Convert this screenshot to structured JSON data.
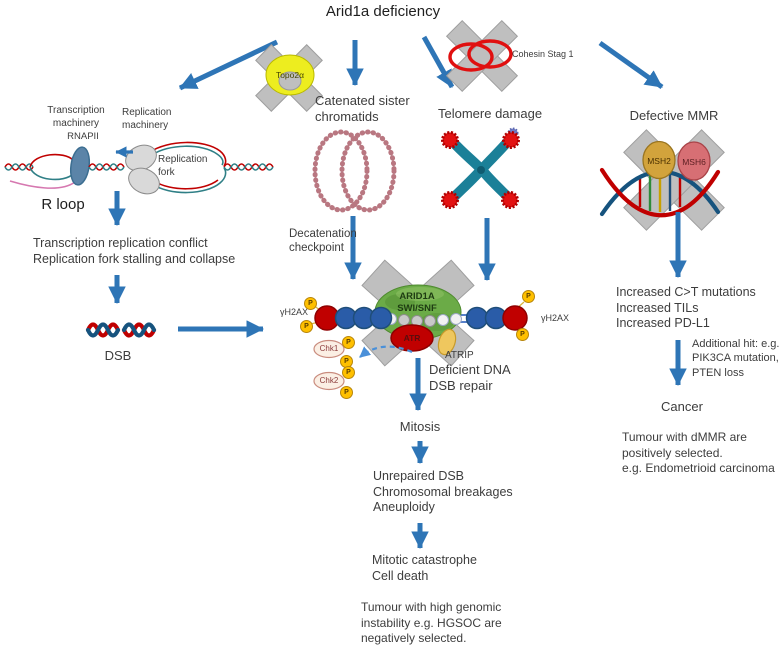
{
  "title": "Arid1a deficiency",
  "colors": {
    "arrow_blue": "#2E75B6",
    "swisnf_green": "#6BAB47",
    "damage_red": "#C00000",
    "nucleosome_blue": "#2A5CA8",
    "phospho_gold": "#FFC000",
    "gray_x": "#BFBFBF",
    "topo_yellow": "#EDED1F",
    "cohesin_red": "#E01010",
    "telomere_teal": "#1B8098",
    "msh2_gold": "#D2A33C",
    "msh6_rose": "#D76F74",
    "atrip_tan": "#EFC75E",
    "chk_fill": "#FBEFE4",
    "ring_rose": "#B97781",
    "dna_red": "#C00000",
    "dna_blue": "#16537E",
    "text_dark": "#3D3D3D"
  },
  "left": {
    "transcription_machinery": "Transcription\nmachinery",
    "replication_machinery": "Replication\nmachinery",
    "rnapii": "RNAPII",
    "replication_fork": "Replication\nfork",
    "r_loop": "R loop",
    "conflict": "Transcription replication conflict\nReplication fork stalling and collapse",
    "dsb": "DSB"
  },
  "middle": {
    "topo2a": "Topo2α",
    "catenated": "Catenated sister\nchromatids",
    "cohesin": "Cohesin Stag 1",
    "telomere": "Telomere damage",
    "decatenation": "Decatenation\ncheckpoint",
    "complex": "ARID1A\nSWI/SNF",
    "atr": "ATR",
    "atrip": "ATRIP",
    "chk1": "Chk1",
    "chk2": "Chk2",
    "p": "P",
    "h2ax_left": "γH2AX",
    "h2ax_right": "γH2AX",
    "deficient": "Deficient DNA\nDSB repair",
    "mitosis": "Mitosis",
    "unrepaired": "Unrepaired DSB\nChromosomal breakages\nAneuploidy",
    "catastrophe": "Mitotic catastrophe\nCell death",
    "tumour_negative": "Tumour with high genomic\ninstability e.g. HGSOC are\nnegatively selected."
  },
  "right": {
    "defective_mmr": "Defective MMR",
    "msh2": "MSH2",
    "msh6": "MSH6",
    "increased": "Increased C>T mutations\nIncreased TILs\nIncreased PD-L1",
    "additional_hit": "Additional hit: e.g.\nPIK3CA mutation,\nPTEN loss",
    "cancer": "Cancer",
    "tumour_positive": "Tumour with dMMR are\npositively selected.\ne.g. Endometrioid carcinoma"
  }
}
